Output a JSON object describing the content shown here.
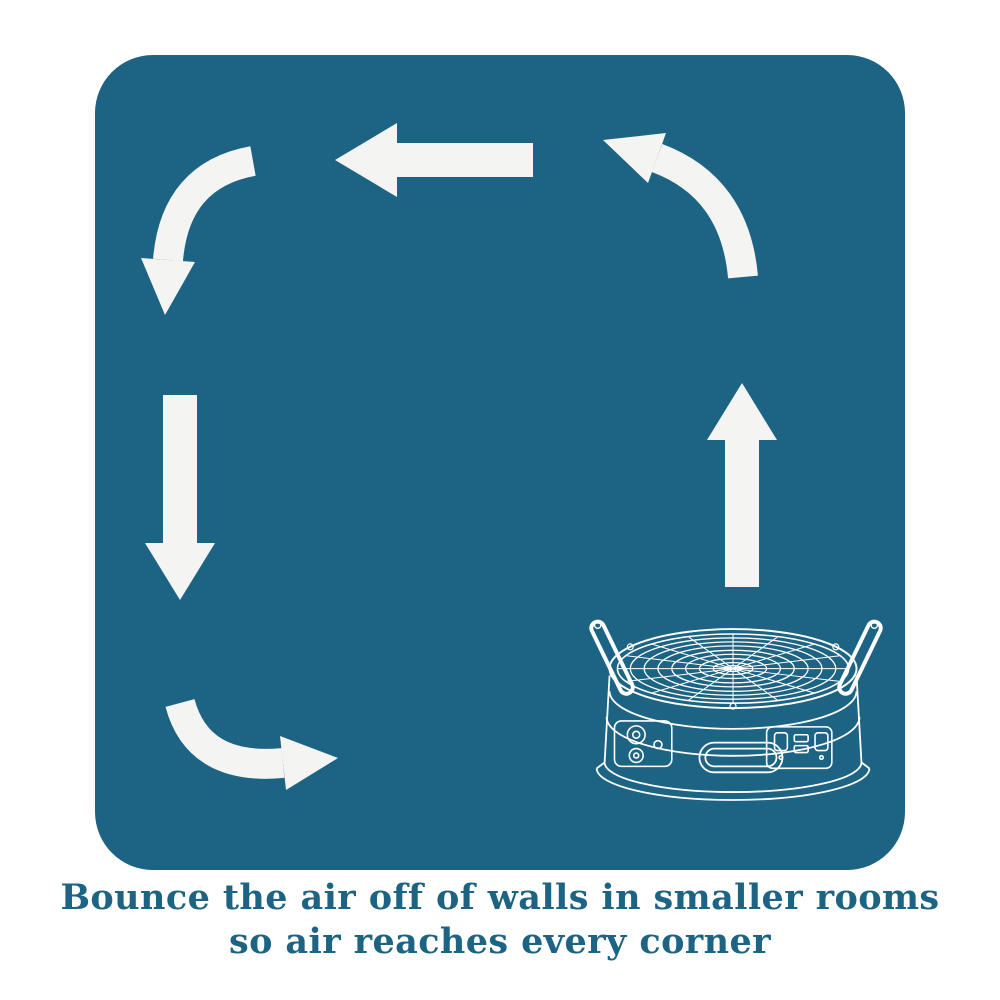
{
  "colors": {
    "panel-bg": "#1d6484",
    "arrow": "#f4f4f2",
    "line-art": "#ffffff",
    "caption": "#1d6484",
    "page-bg": "#ffffff"
  },
  "caption": {
    "line1": "Bounce the air off of walls in smaller rooms",
    "line2": "so air reaches every corner"
  },
  "diagram": {
    "name": "air-circulation-diagram",
    "flow": "counterclockwise",
    "arrows": [
      {
        "position": "top",
        "shape": "straight",
        "direction": "left"
      },
      {
        "position": "top-left",
        "shape": "curved",
        "direction": "left-to-down"
      },
      {
        "position": "left",
        "shape": "straight",
        "direction": "down"
      },
      {
        "position": "bottom-left",
        "shape": "curved",
        "direction": "down-to-right"
      },
      {
        "position": "right",
        "shape": "straight",
        "direction": "up"
      },
      {
        "position": "top-right",
        "shape": "curved",
        "direction": "up-to-left"
      }
    ],
    "illustration": "air-mover-blower-fan"
  }
}
